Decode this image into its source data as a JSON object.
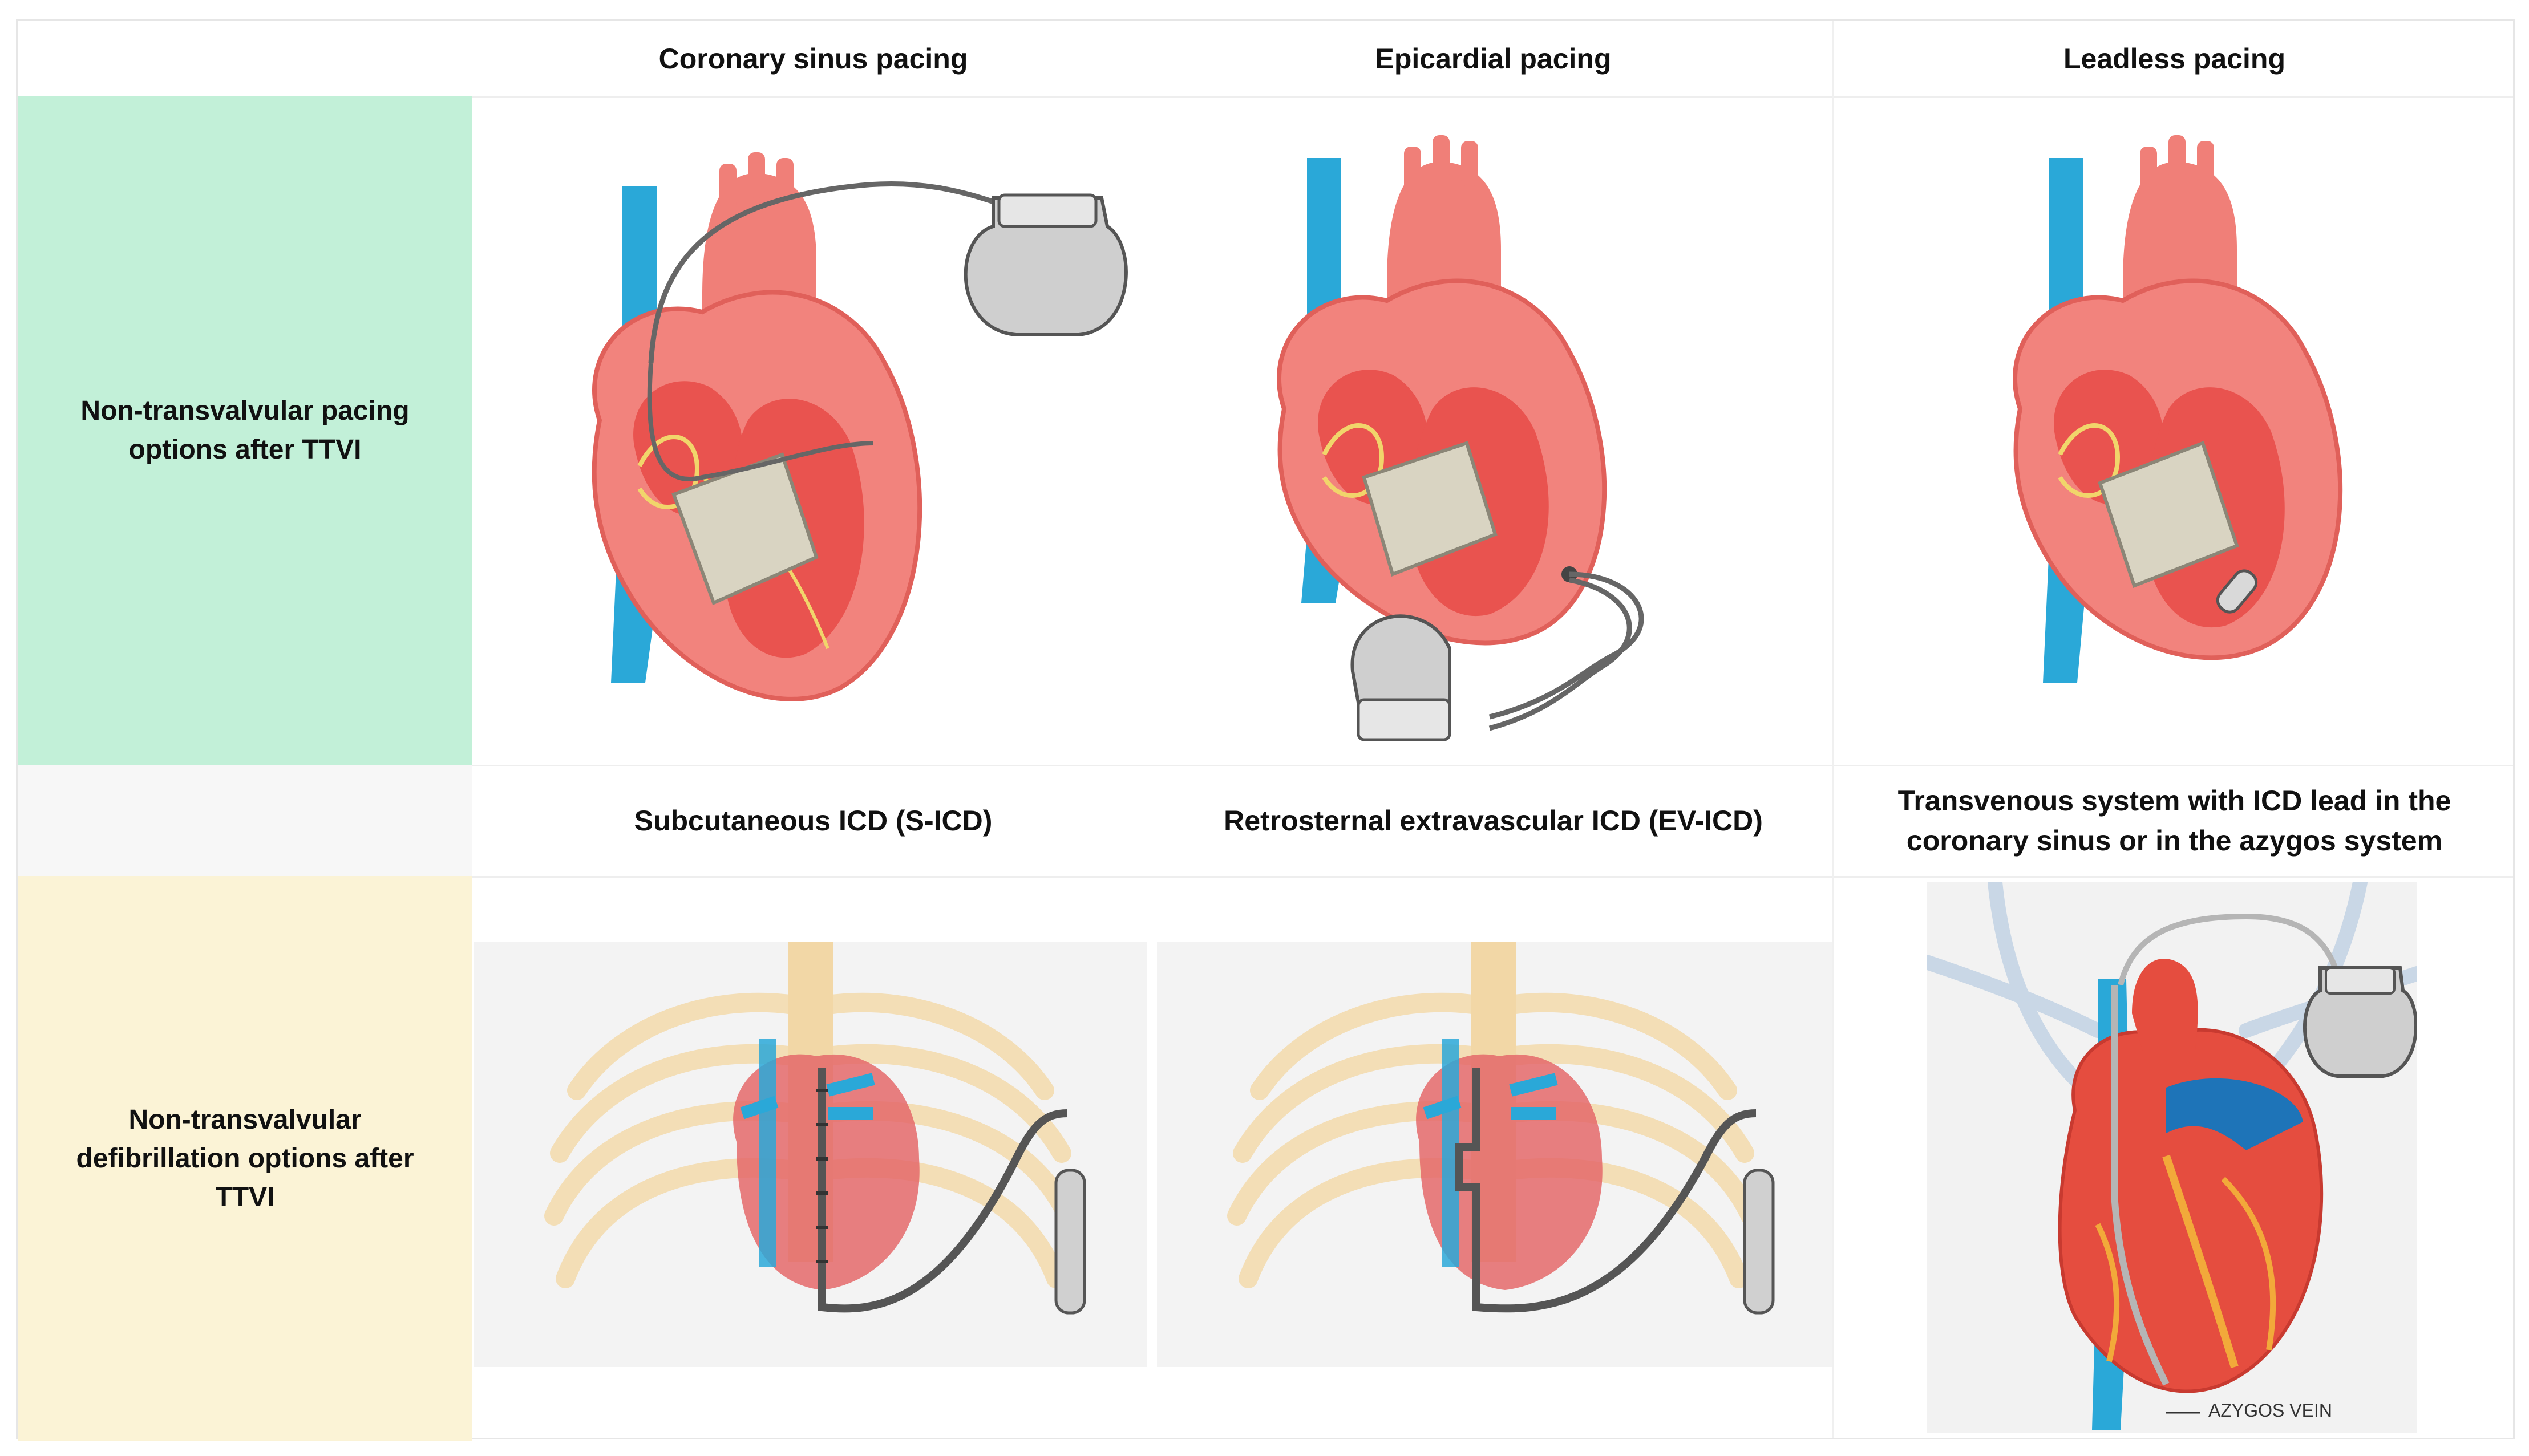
{
  "row_headers": {
    "pacing": "Non-transvalvular pacing options after TTVI",
    "defibrillation": "Non-transvalvular defibrillation options after TTVI"
  },
  "column_headers_top": [
    "Coronary sinus pacing",
    "Epicardial pacing",
    "Leadless pacing"
  ],
  "column_headers_bottom": [
    "Subcutaneous ICD (S-ICD)",
    "Retrosternal extravascular ICD (EV-ICD)",
    "Transvenous system with ICD lead in the coronary sinus or in the azygos system"
  ],
  "annotations": {
    "azygos_label": "AZYGOS VEIN"
  },
  "colors": {
    "pacing_band": "#c2f0d8",
    "defib_band": "#fbf3d6",
    "vein": "#2aa8d8",
    "heart": "#f0706a",
    "device": "#cfcfcf"
  }
}
